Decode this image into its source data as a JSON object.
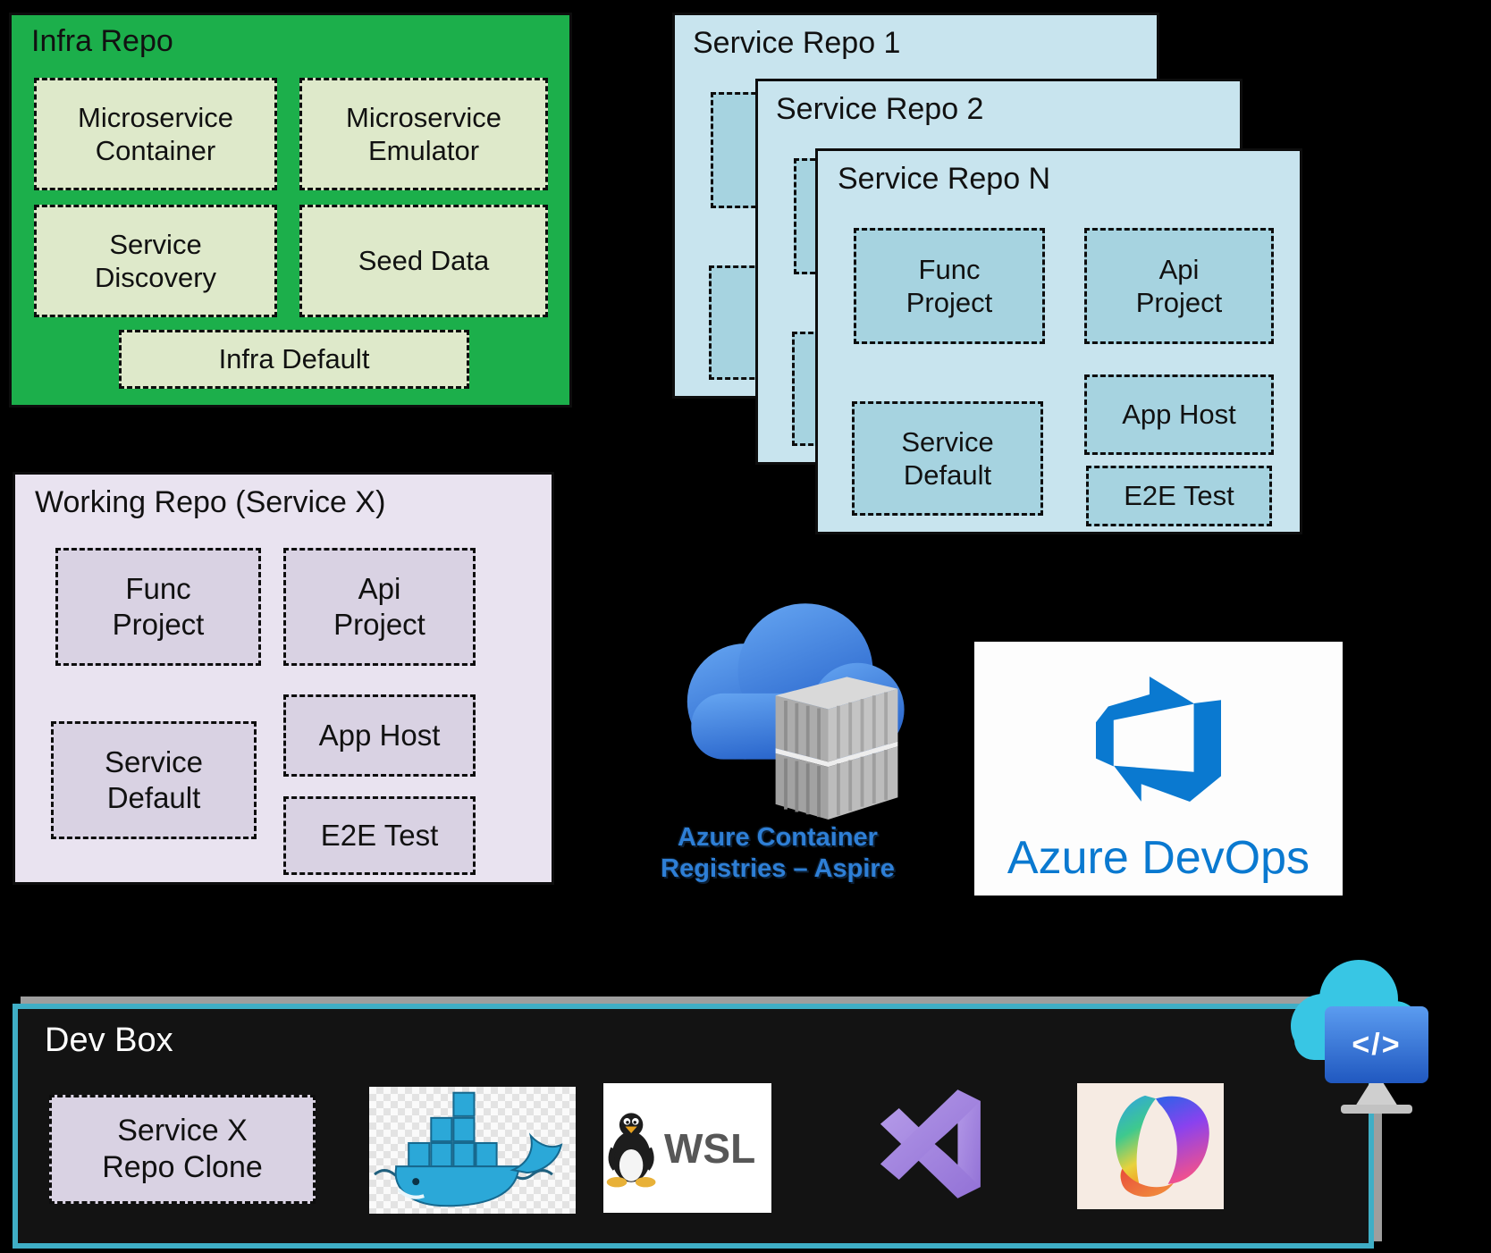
{
  "colors": {
    "bg": "#000000",
    "green": "#1caf4b",
    "green-item": "#dee9ca",
    "blue-panel": "#c8e4ee",
    "blue-item": "#a6d3e0",
    "purple-panel": "#e9e3f0",
    "purple-item": "#d9d2e3",
    "devbox-border": "#3faec6",
    "caption-blue": "#2e7fd6",
    "devops-blue": "#0a79d0",
    "monitor-blue-1": "#5b9cf0",
    "monitor-blue-2": "#2058c0"
  },
  "infra_repo": {
    "title": "Infra Repo",
    "items": [
      "Microservice Container",
      "Microservice Emulator",
      "Service Discovery",
      "Seed Data",
      "Infra Default"
    ]
  },
  "service_repos": {
    "repo1_title": "Service Repo 1",
    "repo2_title": "Service Repo 2",
    "repoN_title": "Service Repo N",
    "items": [
      "Func Project",
      "Api Project",
      "Service Default",
      "App Host",
      "E2E Test"
    ]
  },
  "working_repo": {
    "title": "Working Repo (Service X)",
    "items": [
      "Func Project",
      "Api Project",
      "Service Default",
      "App Host",
      "E2E Test"
    ]
  },
  "acr": {
    "caption_line1": "Azure Container",
    "caption_line2": "Registries – Aspire"
  },
  "azure_devops": {
    "label": "Azure DevOps"
  },
  "dev_box": {
    "title": "Dev Box",
    "repo_clone_label": "Service X Repo Clone",
    "wsl_label": "WSL",
    "cloud_code": "</>"
  }
}
